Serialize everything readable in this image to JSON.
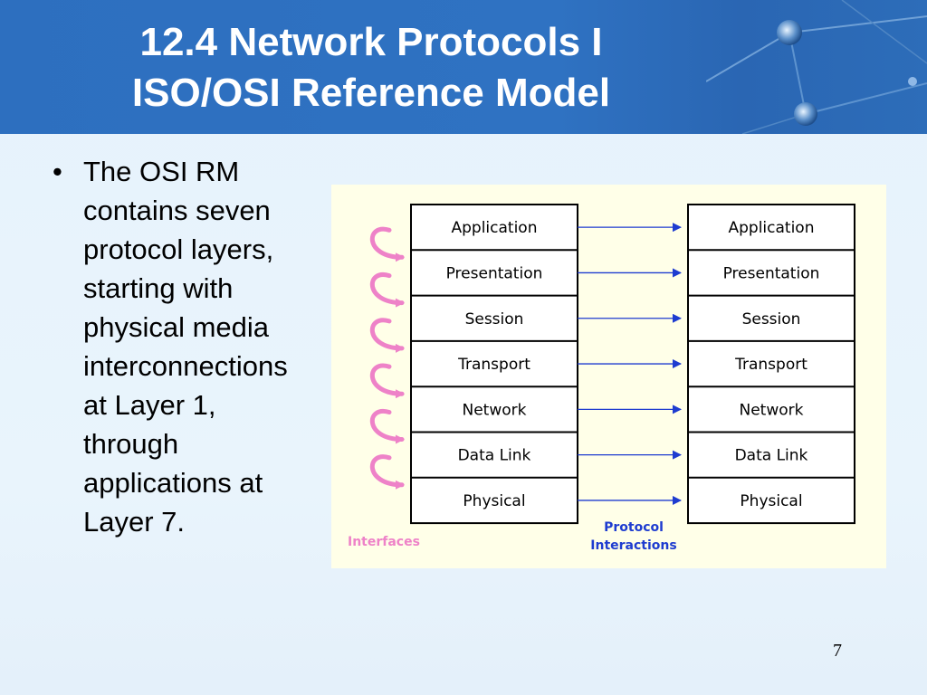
{
  "title": {
    "line1": "12.4 Network Protocols I",
    "line2": "ISO/OSI Reference Model"
  },
  "bullets": [
    {
      "marker": "•",
      "lines": [
        "The OSI RM",
        "contains seven",
        "protocol layers,",
        "starting with",
        "physical media",
        "interconnections",
        "at Layer 1,",
        "through",
        "applications at",
        "Layer 7."
      ]
    }
  ],
  "diagram": {
    "layers": [
      "Application",
      "Presentation",
      "Session",
      "Transport",
      "Network",
      "Data Link",
      "Physical"
    ],
    "caption_interfaces": "Interfaces",
    "caption_protocol_line1": "Protocol",
    "caption_protocol_line2": "Interactions",
    "colors": {
      "interfaces": "#ee82c8",
      "protocol": "#1e3cd0",
      "box_border": "#000000",
      "background": "#ffffe8"
    }
  },
  "page_number": "7",
  "colors": {
    "header": "#2d6fbf",
    "slide_background": "#e8f3fc"
  }
}
